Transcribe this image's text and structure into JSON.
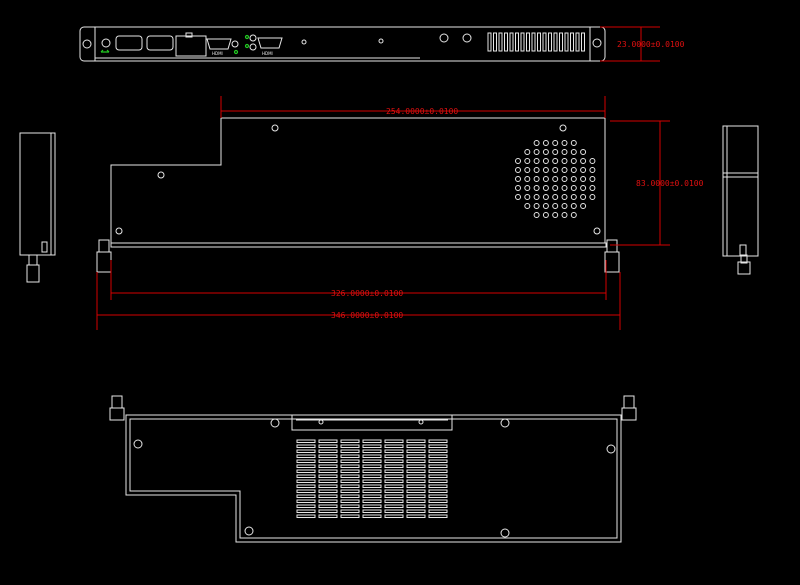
{
  "drawing": {
    "colors": {
      "background": "#000000",
      "geometry": "#e6e6e6",
      "dimension": "#d40000",
      "indicator": "#22cc22"
    },
    "front_panel": {
      "port_labels": [
        "HDMI",
        "HDMI"
      ]
    },
    "dimensions": {
      "panel_height": "23.0000±0.0100",
      "plate_width": "254.0000±0.0100",
      "plate_height": "83.0000±0.0100",
      "inner_length": "326.0000±0.0100",
      "overall_length": "346.0000±0.0100"
    }
  }
}
